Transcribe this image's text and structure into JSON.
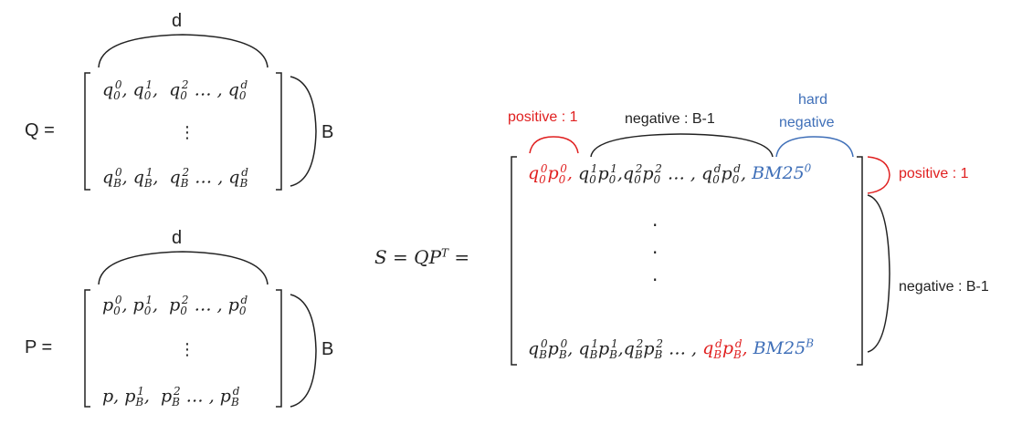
{
  "q_block": {
    "label": "Q =",
    "top_label": "d",
    "side_label": "B",
    "row_first": [
      "q",
      "0",
      "0",
      "q",
      "0",
      "1",
      "q",
      "0",
      "2",
      "q",
      "0",
      "d"
    ],
    "vdots": "⋮",
    "row_last": [
      "q",
      "B",
      "0",
      "q",
      "B",
      "1",
      "q",
      "B",
      "2",
      "q",
      "B",
      "d"
    ]
  },
  "p_block": {
    "label": "P =",
    "top_label": "d",
    "side_label": "B",
    "vdots": "⋮"
  },
  "s_block": {
    "lhs": "S = QP",
    "lhs_sup": "T",
    "eq": "=",
    "bm25_top": "BM25",
    "bm25_top_sup": "0",
    "bm25_bottom": "BM25",
    "bm25_bottom_sup": "B",
    "dots": [
      "·",
      "·",
      "·"
    ]
  },
  "annotations": {
    "positive_top": "positive : 1",
    "negative_top": "negative : B-1",
    "hard_negative_line1": "hard",
    "hard_negative_line2": "negative",
    "positive_right": "positive : 1",
    "negative_right": "negative : B-1"
  },
  "colors": {
    "positive": "#e02020",
    "hard_negative": "#3f6fb8",
    "text": "#222222"
  }
}
